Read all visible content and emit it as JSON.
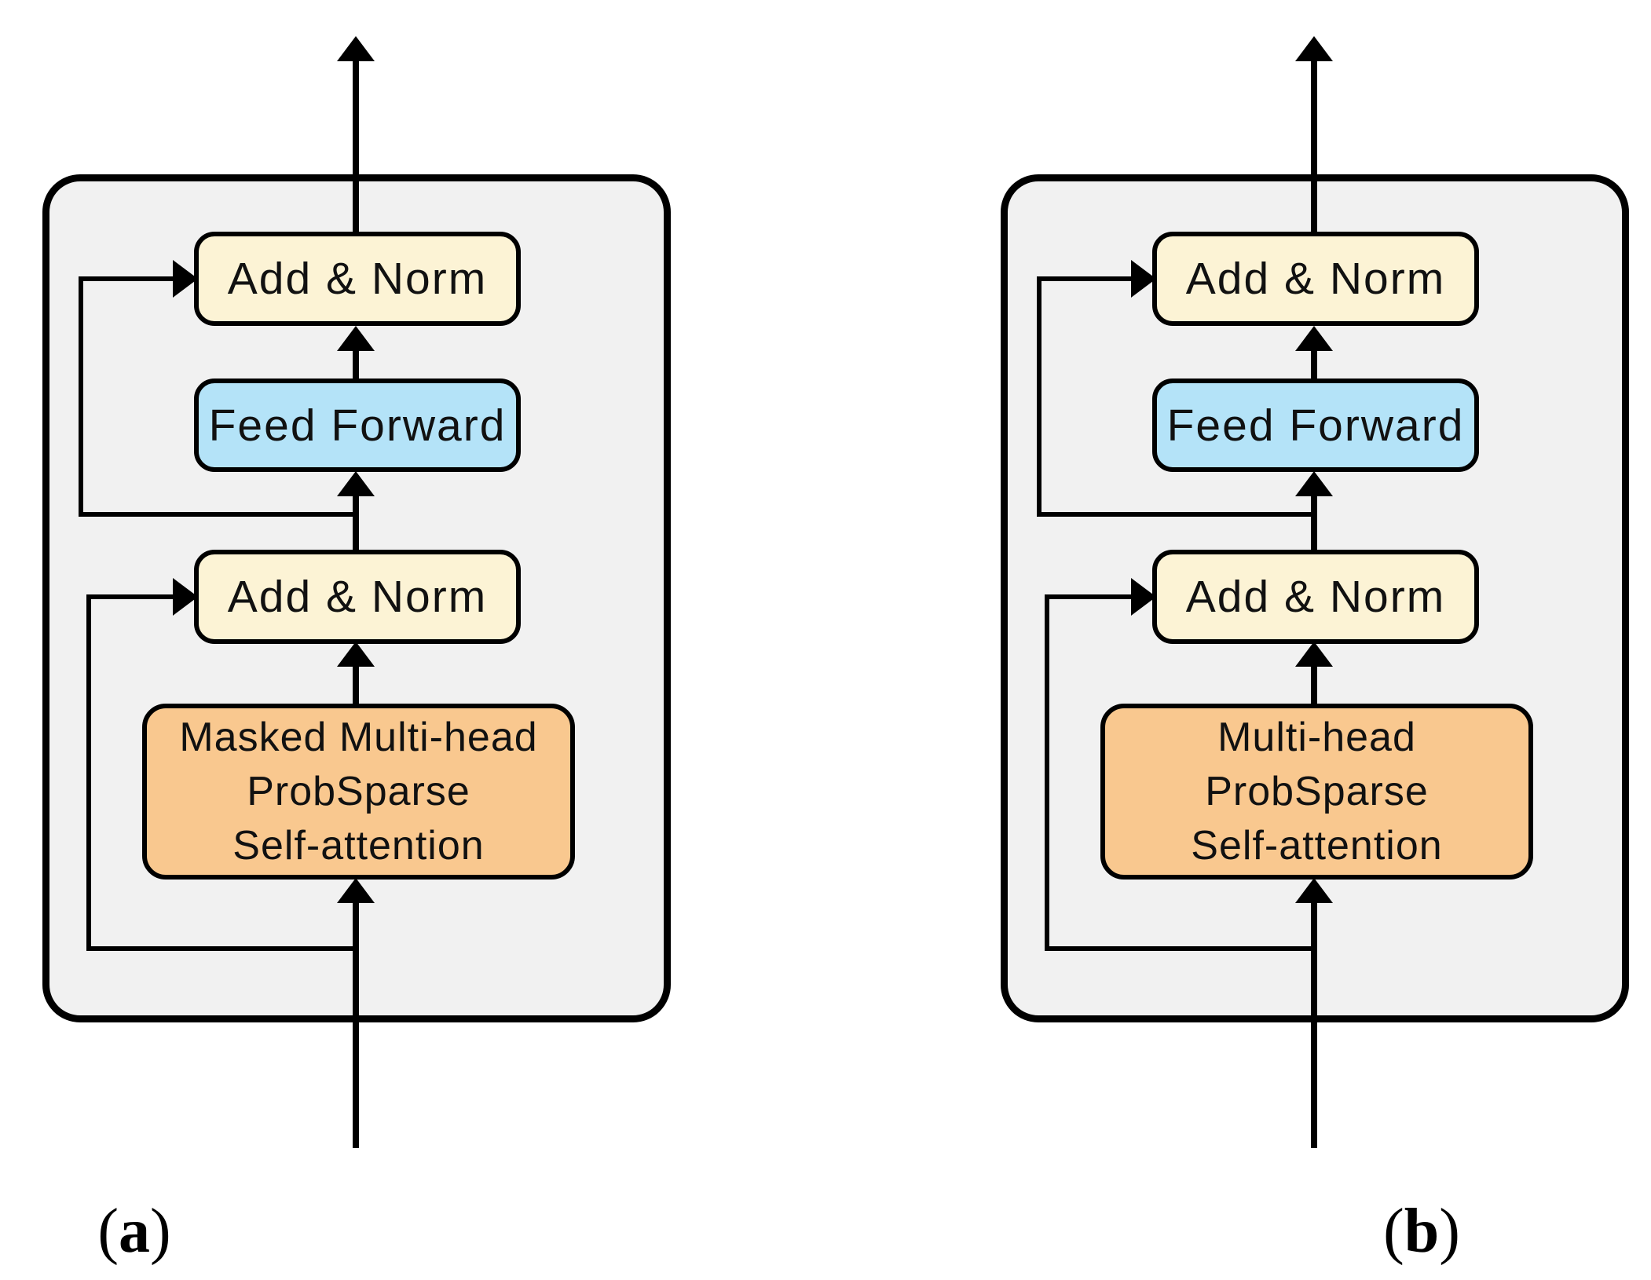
{
  "figure": {
    "colors": {
      "panel_fill": "#f1f1f1",
      "addnorm_fill": "#fcf3d5",
      "ff_fill": "#b4e3f8",
      "attention_fill": "#f9c88f",
      "line": "#000000"
    },
    "panels": [
      {
        "caption": {
          "open": "(",
          "letter": "a",
          "close": ")"
        },
        "addnorm_top_label": "Add & Norm",
        "feedforward_label": "Feed Forward",
        "addnorm_bottom_label": "Add & Norm",
        "attention_lines": [
          "Masked Multi-head",
          "ProbSparse",
          "Self-attention"
        ]
      },
      {
        "caption": {
          "open": "(",
          "letter": "b",
          "close": ")"
        },
        "addnorm_top_label": "Add & Norm",
        "feedforward_label": "Feed Forward",
        "addnorm_bottom_label": "Add & Norm",
        "attention_lines": [
          "Multi-head",
          "ProbSparse",
          "Self-attention"
        ]
      }
    ]
  }
}
